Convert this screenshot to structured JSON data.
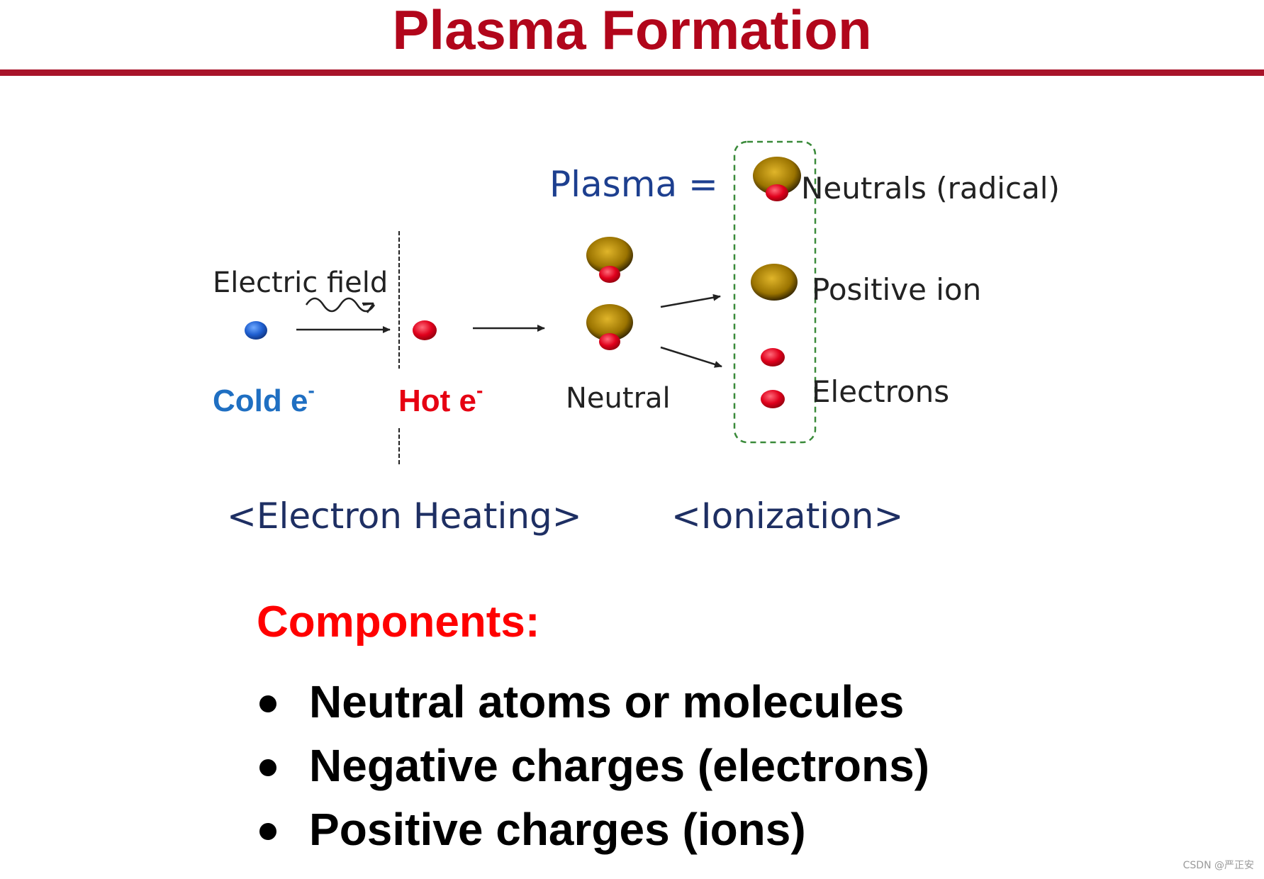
{
  "title": "Plasma Formation",
  "diagram": {
    "plasma_label": "Plasma =",
    "electric_field_label": "Electric field",
    "cold_electron": {
      "label": "Cold e",
      "superscript": "-"
    },
    "hot_electron": {
      "label": "Hot e",
      "superscript": "-"
    },
    "neutral_label": "Neutral",
    "neutrals_label": "Neutrals (radical)",
    "positive_ion_label": "Positive ion",
    "electrons_label": "Electrons",
    "electron_heating_label": "<Electron Heating>",
    "ionization_label": "<Ionization>"
  },
  "components": {
    "heading": "Components:",
    "items": [
      "Neutral atoms or molecules",
      "Negative charges (electrons)",
      "Positive charges (ions)"
    ]
  },
  "watermark": "CSDN @严正安",
  "colors": {
    "title": "#b1061b",
    "rule": "#a8132a",
    "cold_electron": "#1f6fc2",
    "hot_electron": "#e60012",
    "atom_gold": "#a07a00",
    "heading_red": "#ff0000",
    "stage_label": "#1e2f63",
    "plasma_label": "#1d3f8f"
  }
}
